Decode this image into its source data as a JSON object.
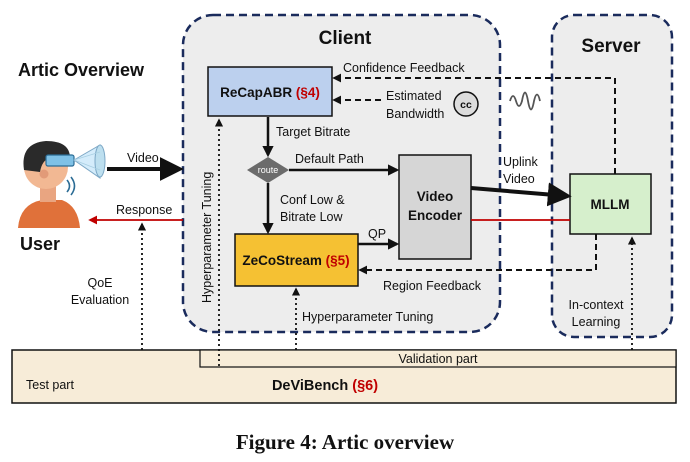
{
  "overview_title": "Artic Overview",
  "client": {
    "title": "Client"
  },
  "server": {
    "title": "Server"
  },
  "user": {
    "label": "User"
  },
  "recapabr": {
    "name": "ReCapABR",
    "ref": "(§4)"
  },
  "zecostream": {
    "name": "ZeCoStream",
    "ref": "(§5)"
  },
  "encoder": {
    "line1": "Video",
    "line2": "Encoder"
  },
  "mllm": {
    "label": "MLLM"
  },
  "route": {
    "label": "route"
  },
  "cc": {
    "label": "cc"
  },
  "labels": {
    "confidence_feedback": "Confidence Feedback",
    "estimated": "Estimated",
    "bandwidth": "Bandwidth",
    "target_bitrate": "Target Bitrate",
    "default_path": "Default Path",
    "conf_low": "Conf Low &",
    "bitrate_low": "Bitrate Low",
    "qp": "QP",
    "uplink": "Uplink",
    "uplink_video": "Video",
    "video": "Video",
    "response": "Response",
    "region_feedback": "Region Feedback",
    "hyper_vertical": "Hyperparameter Tuning",
    "hyper_bottom": "Hyperparameter Tuning",
    "qoe": "QoE",
    "evaluation": "Evaluation",
    "in_context": "In-context",
    "learning": "Learning"
  },
  "bench": {
    "validation": "Validation part",
    "test": "Test part",
    "name": "DeViBench",
    "ref": "(§6)"
  },
  "caption": "Figure 4: Artic overview",
  "colors": {
    "recap_fill": "#bcd0ee",
    "zeco_fill": "#f5c133",
    "encoder_fill": "#d6d6d6",
    "mllm_fill": "#d6efcc",
    "bench_fill": "#f7ecd8",
    "panel_fill": "#ededed",
    "dash_border": "#1a2b5c",
    "red": "#c00000",
    "route_fill": "#6b6b6b"
  },
  "icons": [
    "person-with-headset-icon",
    "camera-beam-icon",
    "sound-waves-icon",
    "signal-wave-icon",
    "cc-icon"
  ]
}
